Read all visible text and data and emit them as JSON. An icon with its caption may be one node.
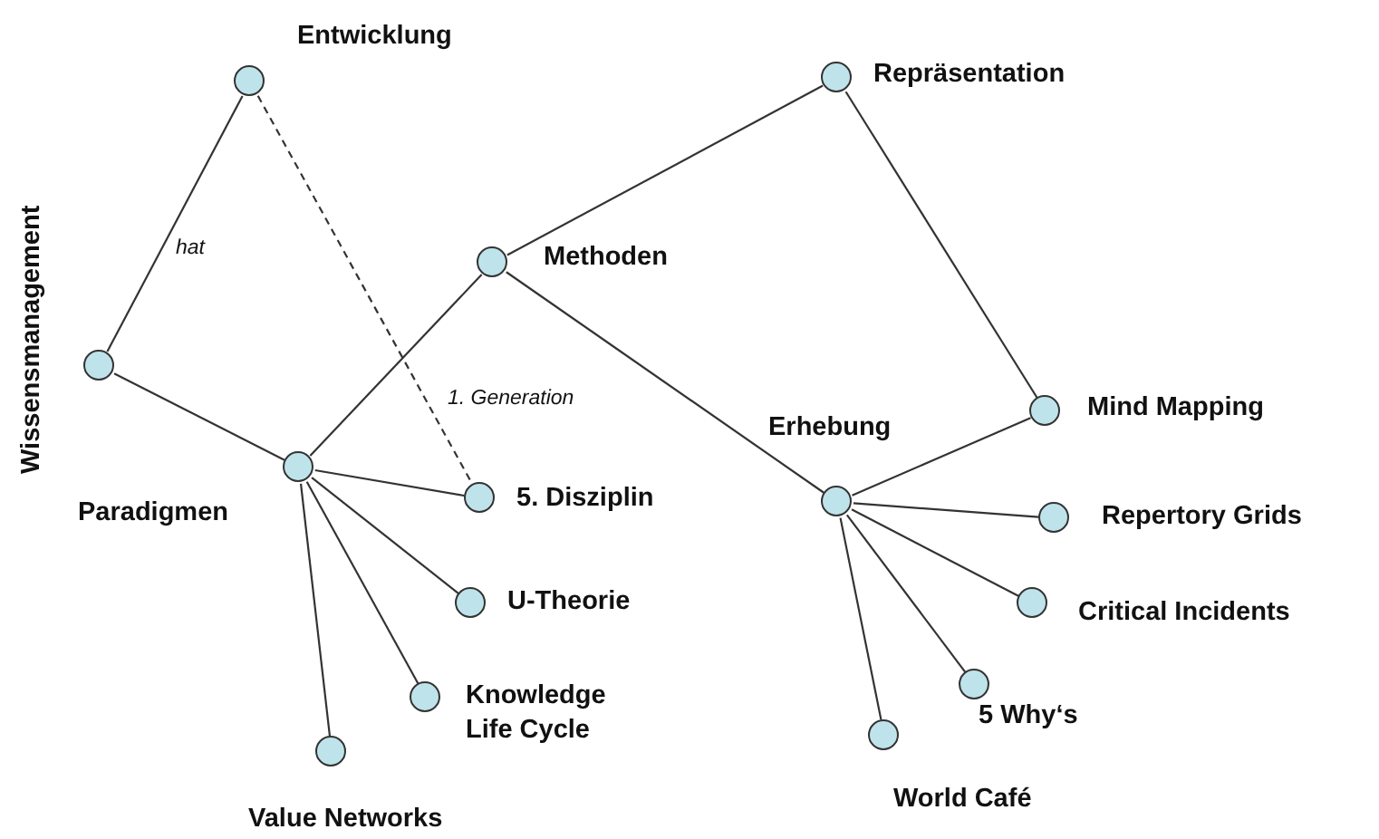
{
  "diagram": {
    "nodes": [
      {
        "text": [
          "Wissensmanagement"
        ]
      },
      {
        "text": [
          "Entwicklung"
        ]
      },
      {
        "text": [
          "Paradigmen"
        ]
      },
      {
        "text": [
          "Methoden"
        ]
      },
      {
        "text": [
          "Repräsentation"
        ]
      },
      {
        "text": [
          "Erhebung"
        ]
      },
      {
        "text": [
          "5. Disziplin"
        ]
      },
      {
        "text": [
          "U-Theorie"
        ]
      },
      {
        "text": [
          "Knowledge Life Cycle"
        ]
      },
      {
        "text": [
          "Value Networks"
        ]
      },
      {
        "text": [
          "Mind Mapping"
        ]
      },
      {
        "text": [
          "Repertory Grids"
        ]
      },
      {
        "text": [
          "Critical Incidents"
        ]
      },
      {
        "text": [
          "5 Why‘s"
        ]
      },
      {
        "text": [
          "World Café"
        ]
      }
    ],
    "edges": [
      {
        "from": 0,
        "to": 1,
        "arrow": "none",
        "label": "hat"
      },
      {
        "from": 1,
        "to": 6,
        "arrow": "none",
        "style": "dashed",
        "label": "1. Generation"
      },
      {
        "from": 0,
        "to": 2,
        "arrow": "none"
      },
      {
        "from": 2,
        "to": 3,
        "arrow": "none"
      },
      {
        "from": 3,
        "to": 4,
        "arrow": "none"
      },
      {
        "from": 3,
        "to": 5,
        "arrow": "none"
      },
      {
        "from": 4,
        "to": 10,
        "arrow": "none"
      },
      {
        "from": 5,
        "to": 10,
        "arrow": "none"
      },
      {
        "from": 5,
        "to": 11,
        "arrow": "none"
      },
      {
        "from": 5,
        "to": 12,
        "arrow": "none"
      },
      {
        "from": 5,
        "to": 13,
        "arrow": "none"
      },
      {
        "from": 5,
        "to": 14,
        "arrow": "none"
      },
      {
        "from": 2,
        "to": 6,
        "arrow": "none"
      },
      {
        "from": 2,
        "to": 7,
        "arrow": "none"
      },
      {
        "from": 2,
        "to": 8,
        "arrow": "none"
      },
      {
        "from": 2,
        "to": 9,
        "arrow": "none"
      }
    ]
  }
}
